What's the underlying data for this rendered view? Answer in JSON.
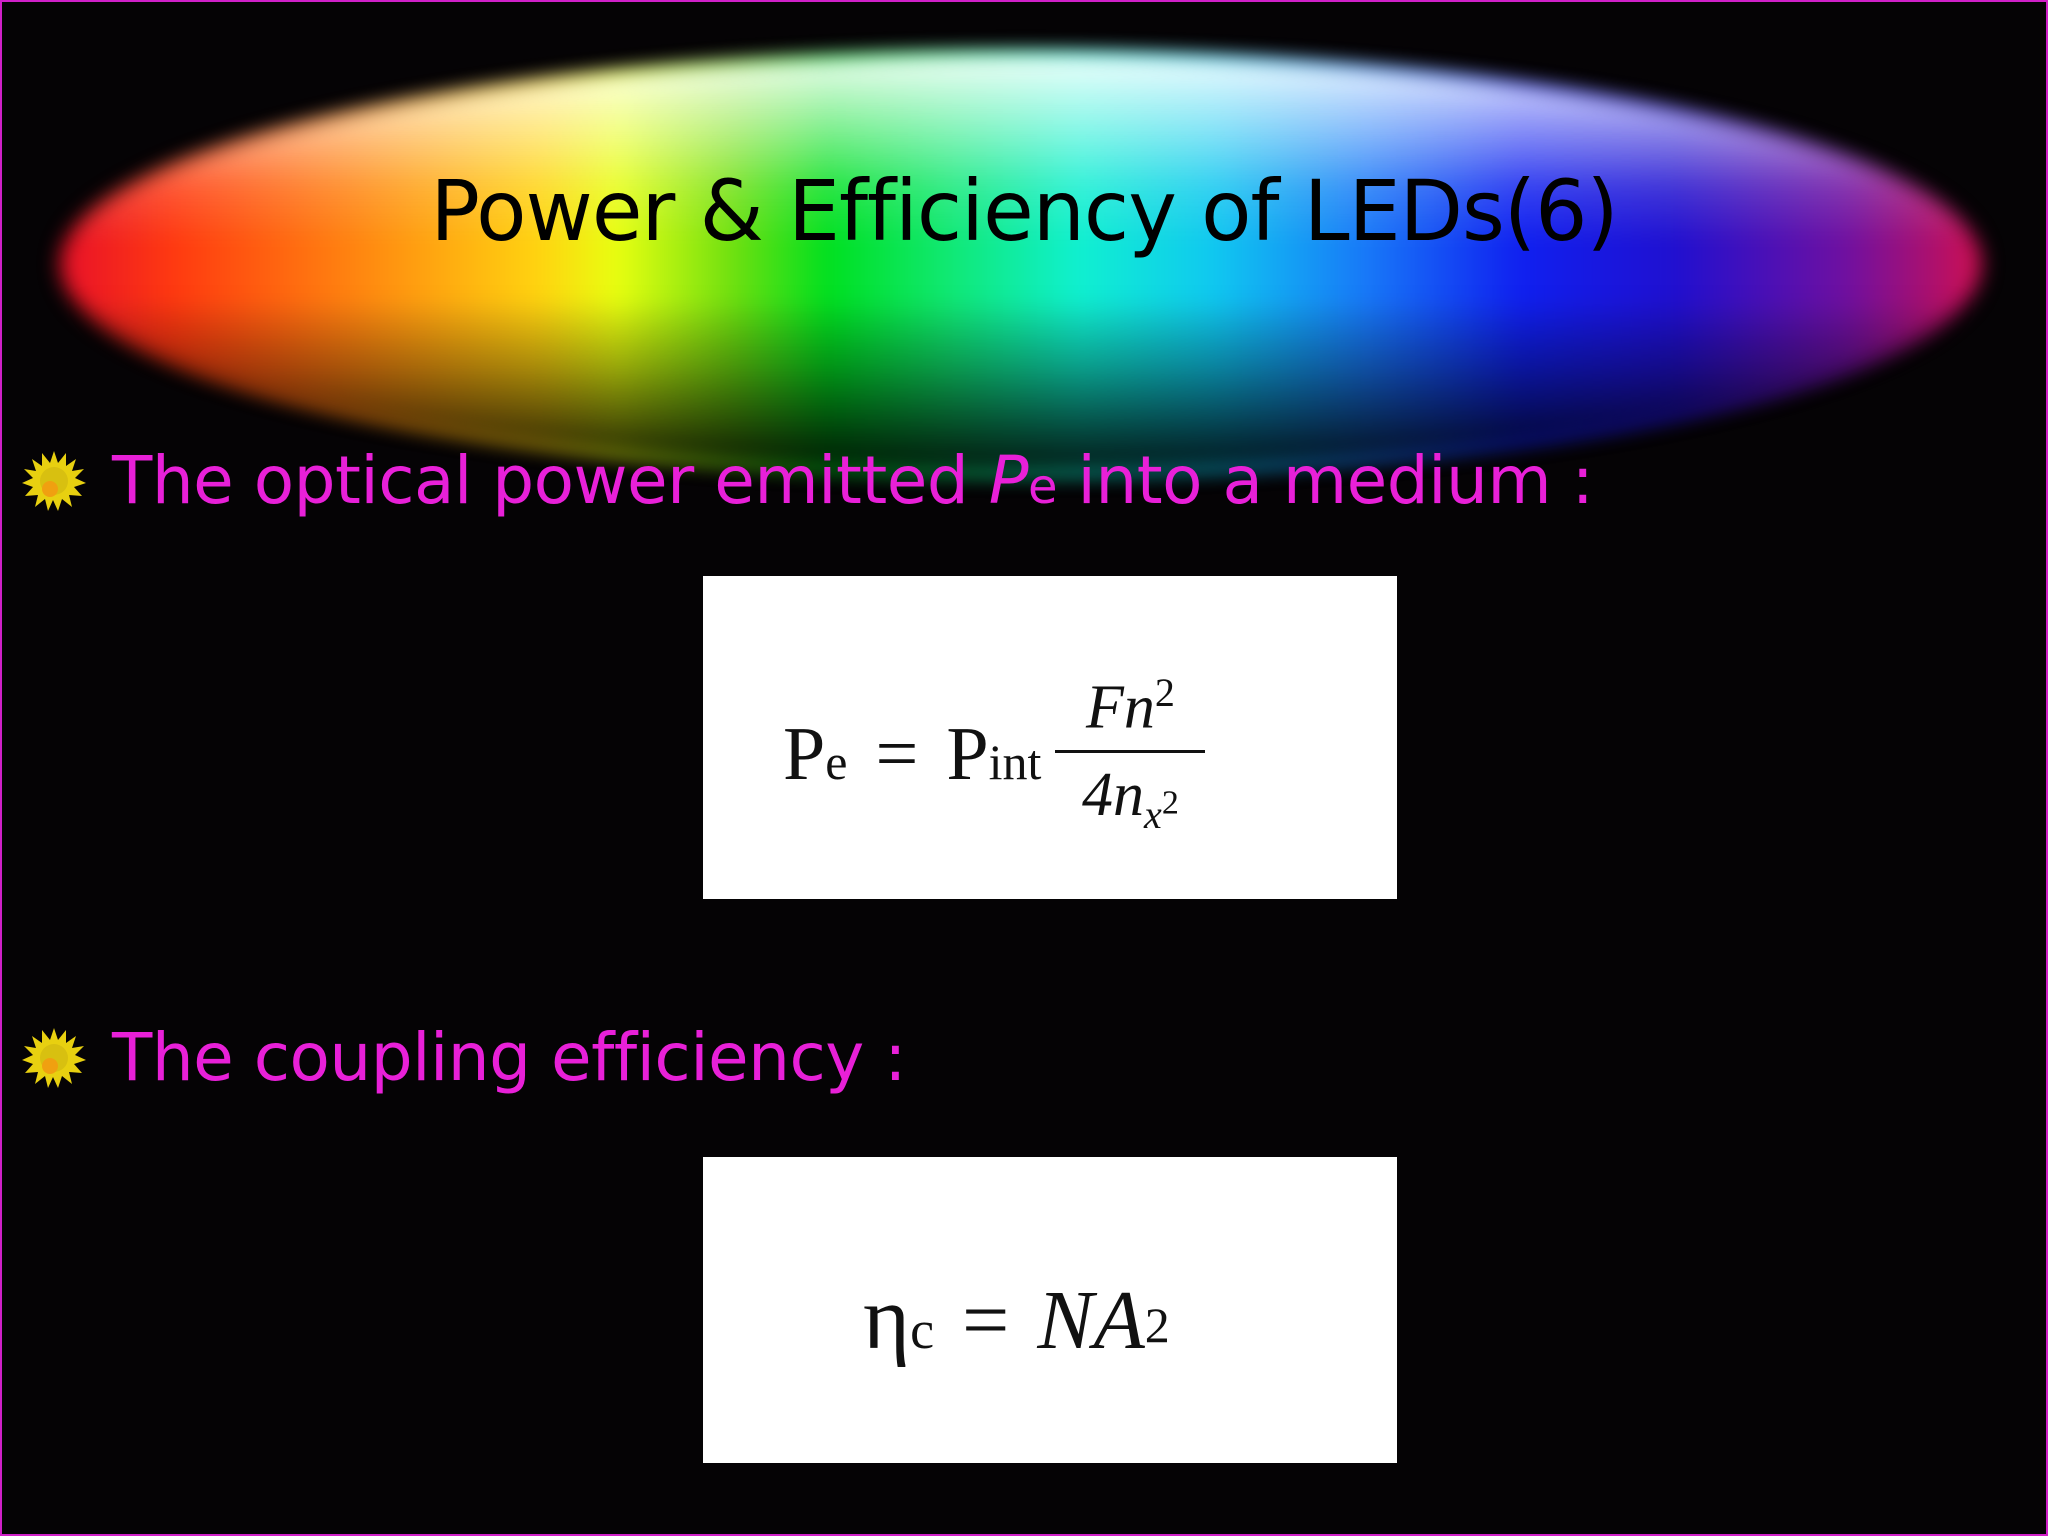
{
  "slide": {
    "title": "Power & Efficiency of LEDs(6)",
    "colors": {
      "background": "#050305",
      "border": "#d020c8",
      "bullet_text": "#e820d8",
      "bullet_icon": "#e8d010",
      "title_text": "#000000",
      "formula_box": "#ffffff"
    },
    "bullets": [
      {
        "icon": "starburst-bullet-icon",
        "text_before": "The optical power emitted ",
        "symbol": "P",
        "symbol_sub": "e",
        "text_after": " into a medium :"
      },
      {
        "icon": "starburst-bullet-icon",
        "text": "The coupling efficiency :"
      }
    ],
    "formulas": [
      {
        "lhs": "P",
        "lhs_sub": "e",
        "equals": "=",
        "rhs": "P",
        "rhs_sub": "int",
        "numerator": "Fn",
        "numerator_sup": "2",
        "denominator": "4n",
        "denominator_sub": "x",
        "denominator_sub_sup": "2"
      },
      {
        "lhs": "η",
        "lhs_sub": "c",
        "equals": "=",
        "rhs": "NA",
        "rhs_sup": "2"
      }
    ]
  }
}
